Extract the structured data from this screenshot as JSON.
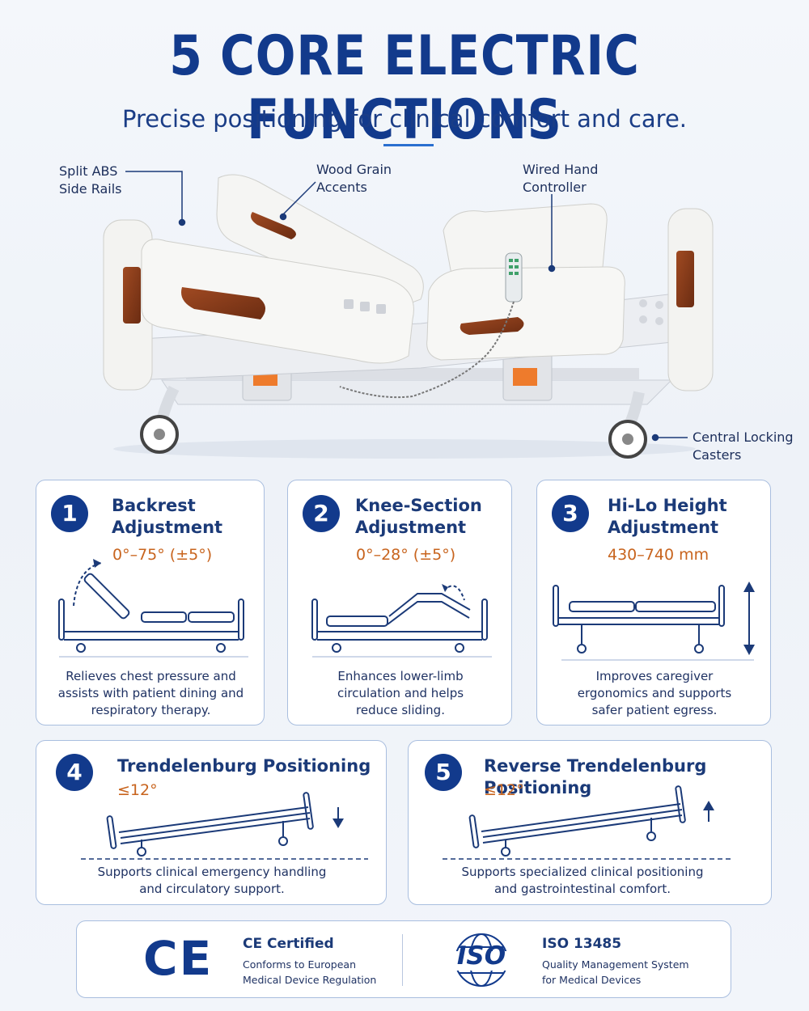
{
  "header": {
    "title": "5 CORE ELECTRIC FUNCTIONS",
    "subtitle": "Precise positioning for clinical comfort and care."
  },
  "callouts": {
    "side_rails": [
      "Split ABS",
      "Side Rails"
    ],
    "wood_grain": [
      "Wood Grain",
      "Accents"
    ],
    "hand_controller": [
      "Wired Hand",
      "Controller"
    ],
    "casters": [
      "Central Locking",
      "Casters"
    ]
  },
  "functions": [
    {
      "number": "1",
      "title": [
        "Backrest",
        "Adjustment"
      ],
      "range": "0°–75° (±5°)",
      "description": [
        "Relieves chest pressure and",
        "assists with patient dining and",
        "respiratory therapy."
      ]
    },
    {
      "number": "2",
      "title": [
        "Knee-Section",
        "Adjustment"
      ],
      "range": "0°–28° (±5°)",
      "description": [
        "Enhances lower-limb",
        "circulation and helps",
        "reduce sliding."
      ]
    },
    {
      "number": "3",
      "title": [
        "Hi-Lo Height",
        "Adjustment"
      ],
      "range": "430–740 mm",
      "description": [
        "Improves caregiver",
        "ergonomics and supports",
        "safer patient egress."
      ]
    },
    {
      "number": "4",
      "title": [
        "Trendelenburg Positioning"
      ],
      "range": "≤12°",
      "description": [
        "Supports clinical emergency handling",
        "and circulatory support."
      ]
    },
    {
      "number": "5",
      "title": [
        "Reverse Trendelenburg Positioning"
      ],
      "range": "≤12°",
      "description": [
        "Supports specialized clinical positioning",
        "and gastrointestinal comfort."
      ]
    }
  ],
  "certifications": [
    {
      "logo": "CE",
      "title": "CE Certified",
      "description": [
        "Conforms to European",
        "Medical Device Regulation"
      ]
    },
    {
      "logo": "ISO",
      "title": "ISO 13485",
      "description": [
        "Quality Management System",
        "for Medical Devices"
      ]
    }
  ],
  "colors": {
    "navy": "#123a8c",
    "accent_orange": "#c8641e",
    "card_border": "#a9bedf",
    "wood": "#8a3d1c"
  }
}
